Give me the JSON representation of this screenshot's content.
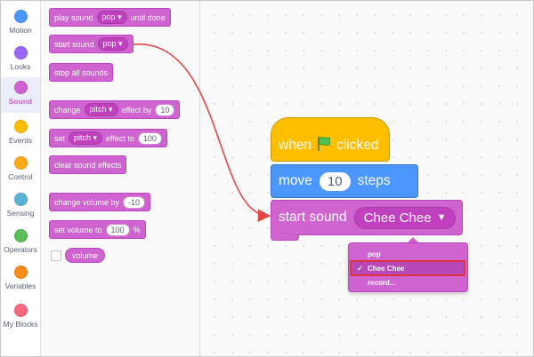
{
  "categories": [
    {
      "label": "Motion",
      "color": "#4c97ff",
      "active": false
    },
    {
      "label": "Looks",
      "color": "#9966ff",
      "active": false
    },
    {
      "label": "Sound",
      "color": "#cf63cf",
      "active": true
    },
    {
      "label": "Events",
      "color": "#ffbf00",
      "active": false
    },
    {
      "label": "Control",
      "color": "#ffab19",
      "active": false
    },
    {
      "label": "Sensing",
      "color": "#5cb1d6",
      "active": false
    },
    {
      "label": "Operators",
      "color": "#59c059",
      "active": false
    },
    {
      "label": "Variables",
      "color": "#ff8c1a",
      "active": false
    },
    {
      "label": "My Blocks",
      "color": "#ff6680",
      "active": false
    }
  ],
  "palette": {
    "play_sound": {
      "before": "play sound",
      "dropdown": "pop ▾",
      "after": "until done"
    },
    "start_sound": {
      "before": "start sound",
      "dropdown": "pop ▾"
    },
    "stop_all": "stop all sounds",
    "change_effect": {
      "before": "change",
      "dropdown": "pitch ▾",
      "middle": "effect by",
      "value": "10"
    },
    "set_effect": {
      "before": "set",
      "dropdown": "pitch ▾",
      "middle": "effect to",
      "value": "100"
    },
    "clear_effects": "clear sound effects",
    "change_volume": {
      "before": "change volume by",
      "value": "-10"
    },
    "set_volume": {
      "before": "set volume to",
      "value": "100",
      "after": "%"
    },
    "volume_reporter": "volume"
  },
  "script": {
    "hat": {
      "before": "when",
      "after": "clicked"
    },
    "move": {
      "before": "move",
      "value": "10",
      "after": "steps"
    },
    "sound": {
      "before": "start sound",
      "dropdown": "Chee Chee",
      "caret": "▼"
    }
  },
  "menu": {
    "items": [
      {
        "label": "pop",
        "selected": false
      },
      {
        "label": "Chee Chee",
        "selected": true
      },
      {
        "label": "record...",
        "selected": false
      }
    ],
    "check": "✓"
  }
}
